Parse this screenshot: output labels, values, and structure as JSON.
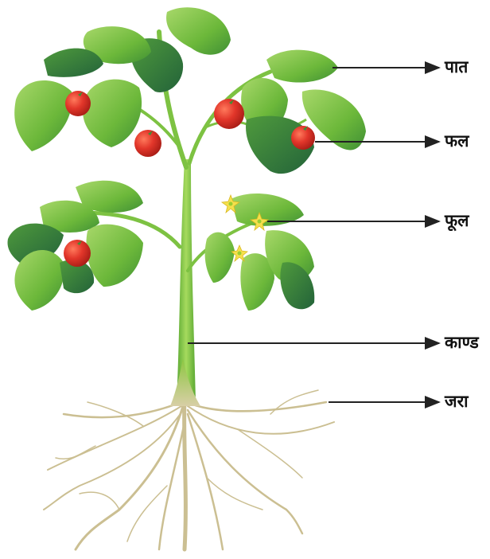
{
  "labels": {
    "leaf": "पात",
    "fruit": "फल",
    "flower": "फूल",
    "stem": "काण्ड",
    "root": "जरा"
  },
  "colors": {
    "leaf_light": "#8cc63f",
    "leaf_mid": "#5aa832",
    "leaf_dark": "#2f7a3a",
    "stem": "#7dc242",
    "fruit": "#e2362a",
    "flower": "#f4e04d",
    "root": "#cbbf92",
    "arrow": "#222222"
  }
}
